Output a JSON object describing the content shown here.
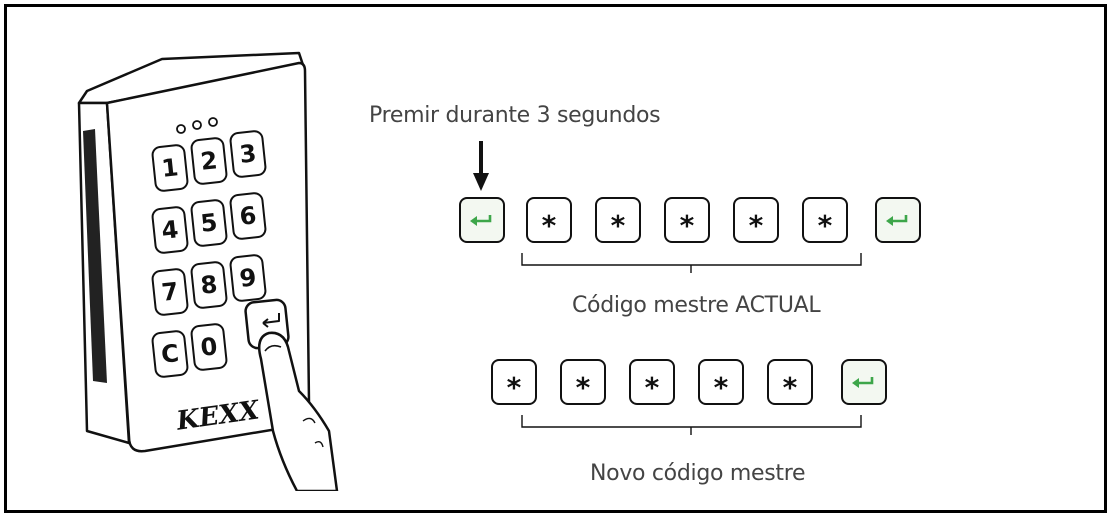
{
  "captions": {
    "press_hold": "Premir durante 3 segundos",
    "current_code": "Código mestre ACTUAL",
    "new_code": "Novo código mestre"
  },
  "keypad": {
    "keys": [
      "1",
      "2",
      "3",
      "4",
      "5",
      "6",
      "7",
      "8",
      "9",
      "C",
      "0"
    ],
    "brand": "KEXX"
  },
  "sequence_1": {
    "digits": [
      "*",
      "*",
      "*",
      "*",
      "*"
    ]
  },
  "sequence_2": {
    "digits": [
      "*",
      "*",
      "*",
      "*",
      "*"
    ]
  },
  "colors": {
    "enter_arrow": "#3da64a",
    "border": "#111111",
    "caption": "#444444"
  },
  "icons": {
    "enter": "enter-arrow-icon",
    "down": "down-arrow-icon",
    "finger": "finger-icon"
  }
}
